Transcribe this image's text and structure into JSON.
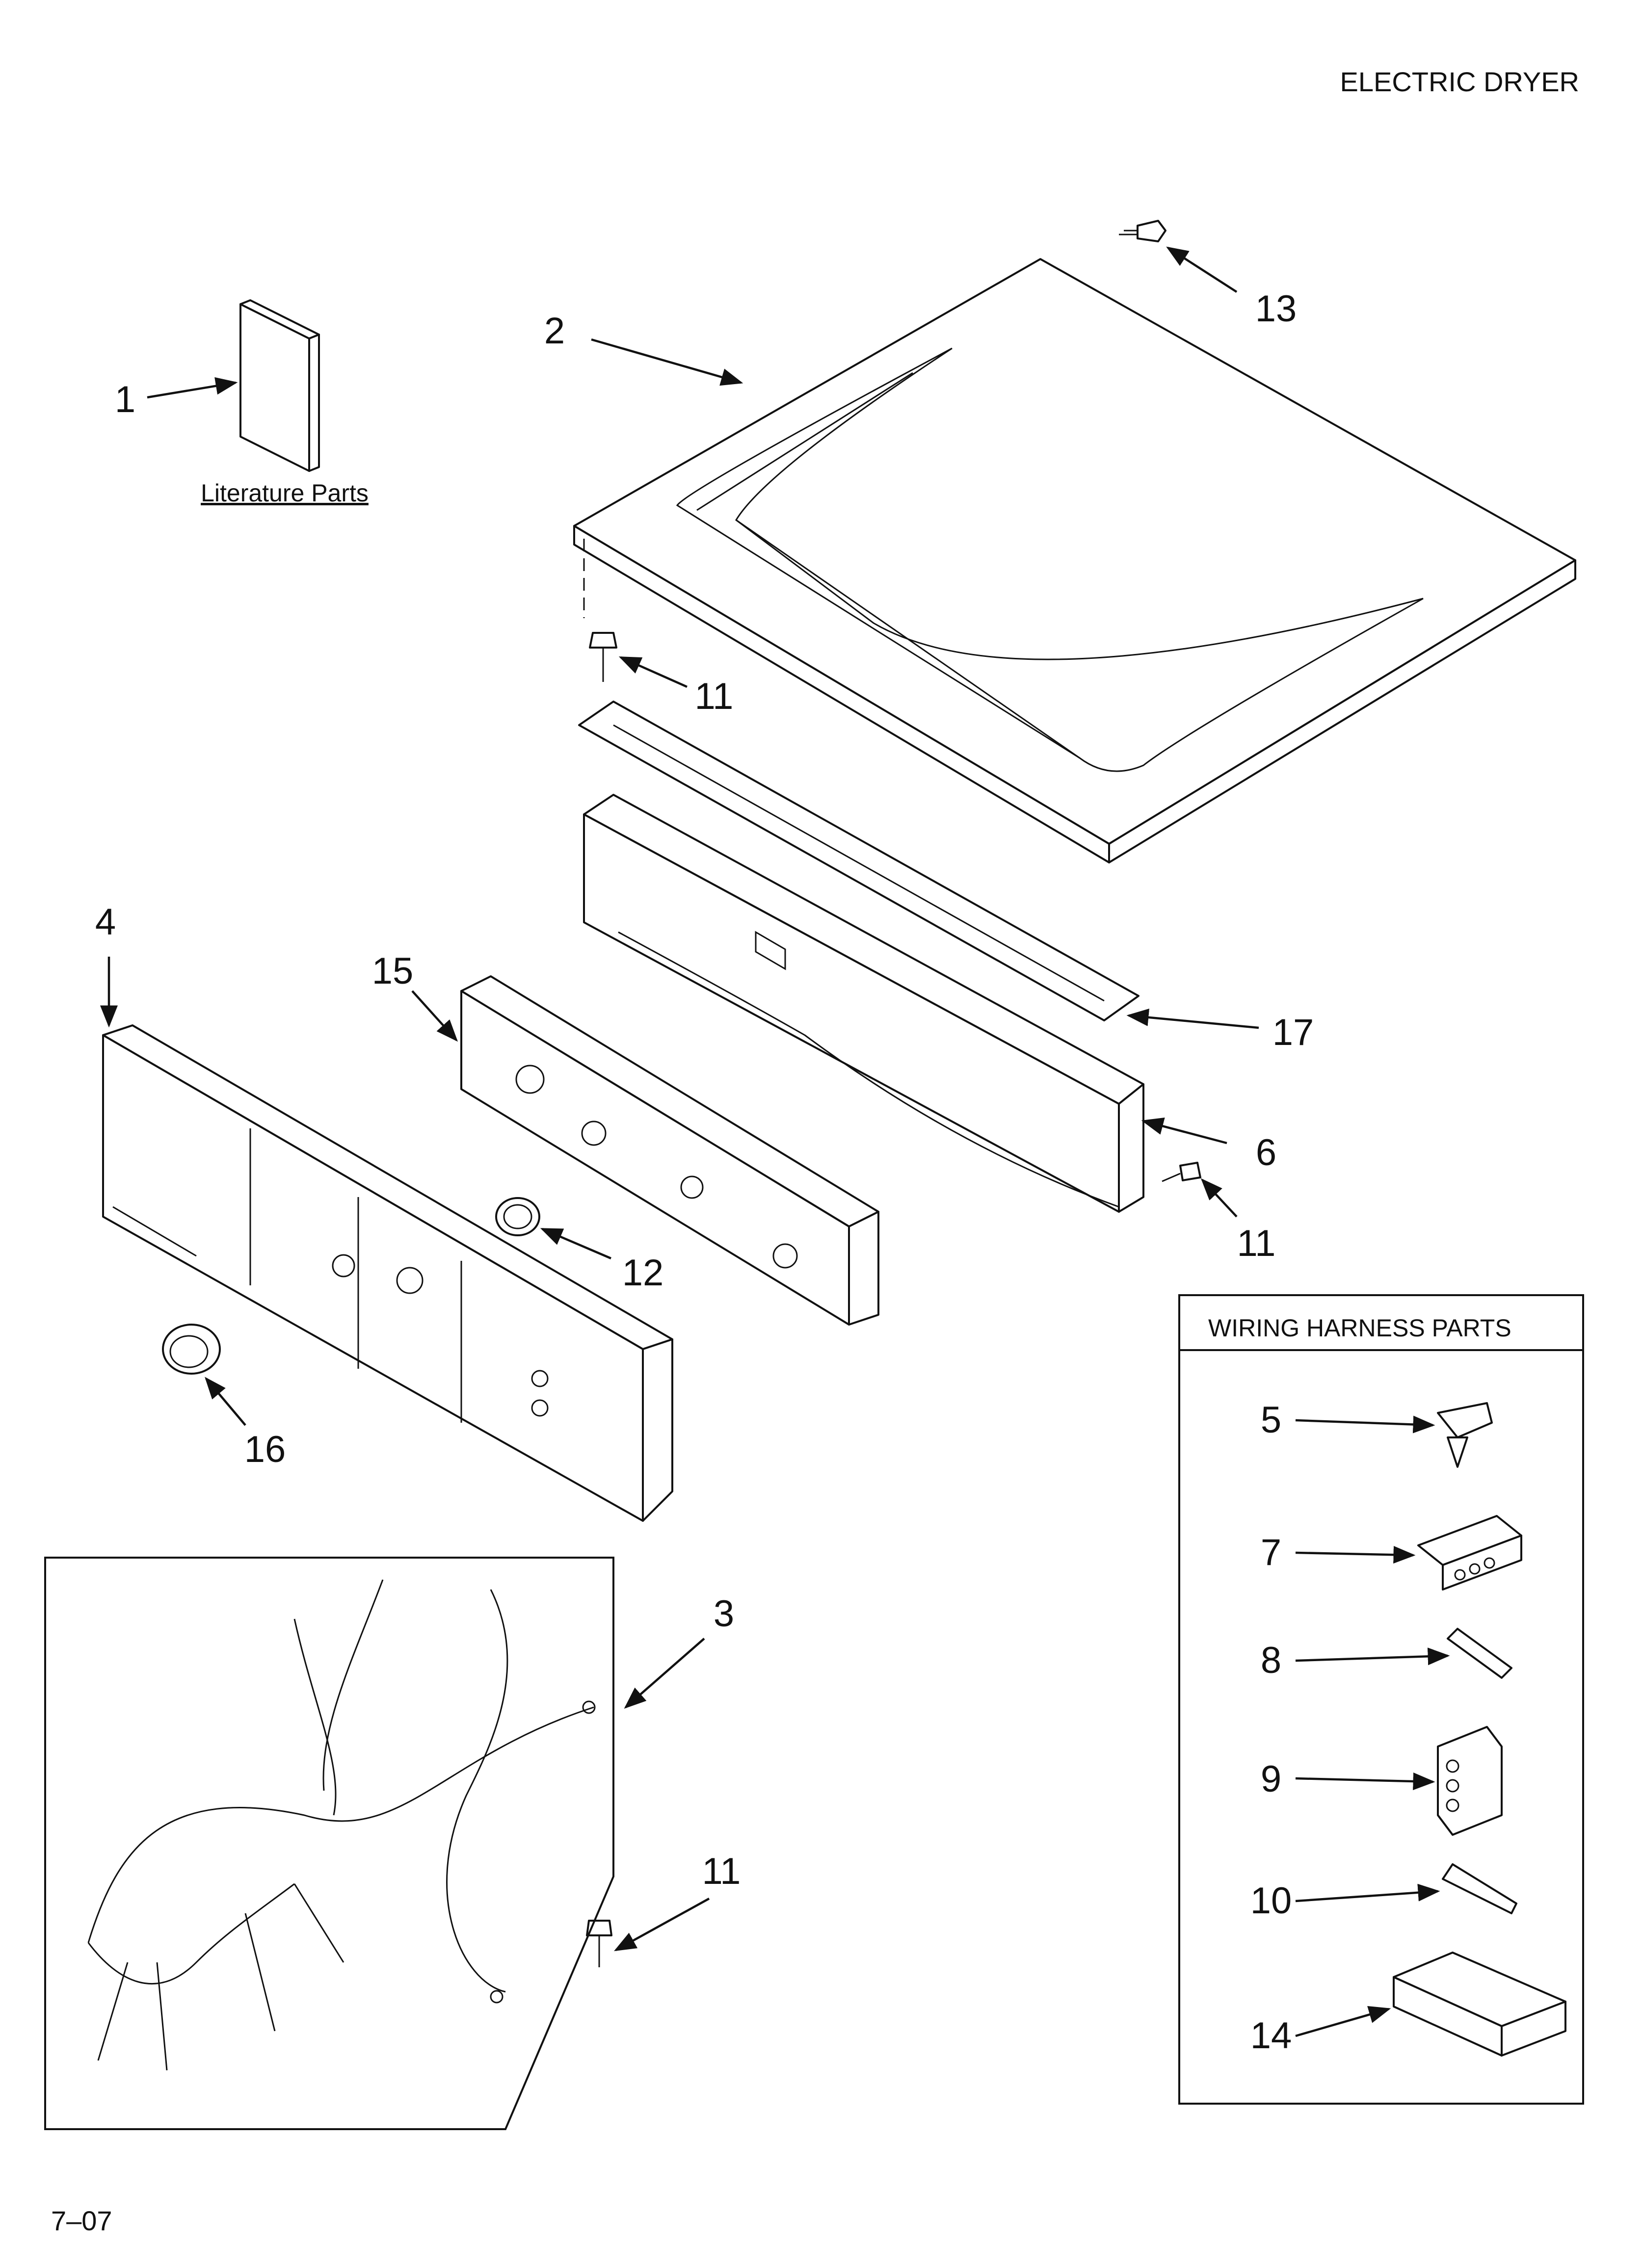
{
  "header": {
    "title": "ELECTRIC DRYER"
  },
  "footer": {
    "code": "7–07"
  },
  "literature": {
    "caption": "Literature Parts"
  },
  "wiring_box": {
    "title": "WIRING HARNESS PARTS"
  },
  "callouts": {
    "c1": "1",
    "c2": "2",
    "c3": "3",
    "c4": "4",
    "c5": "5",
    "c6": "6",
    "c7": "7",
    "c8": "8",
    "c9": "9",
    "c10": "10",
    "c11a": "11",
    "c11b": "11",
    "c11c": "11",
    "c12": "12",
    "c13": "13",
    "c14": "14",
    "c15": "15",
    "c16": "16",
    "c17": "17"
  }
}
